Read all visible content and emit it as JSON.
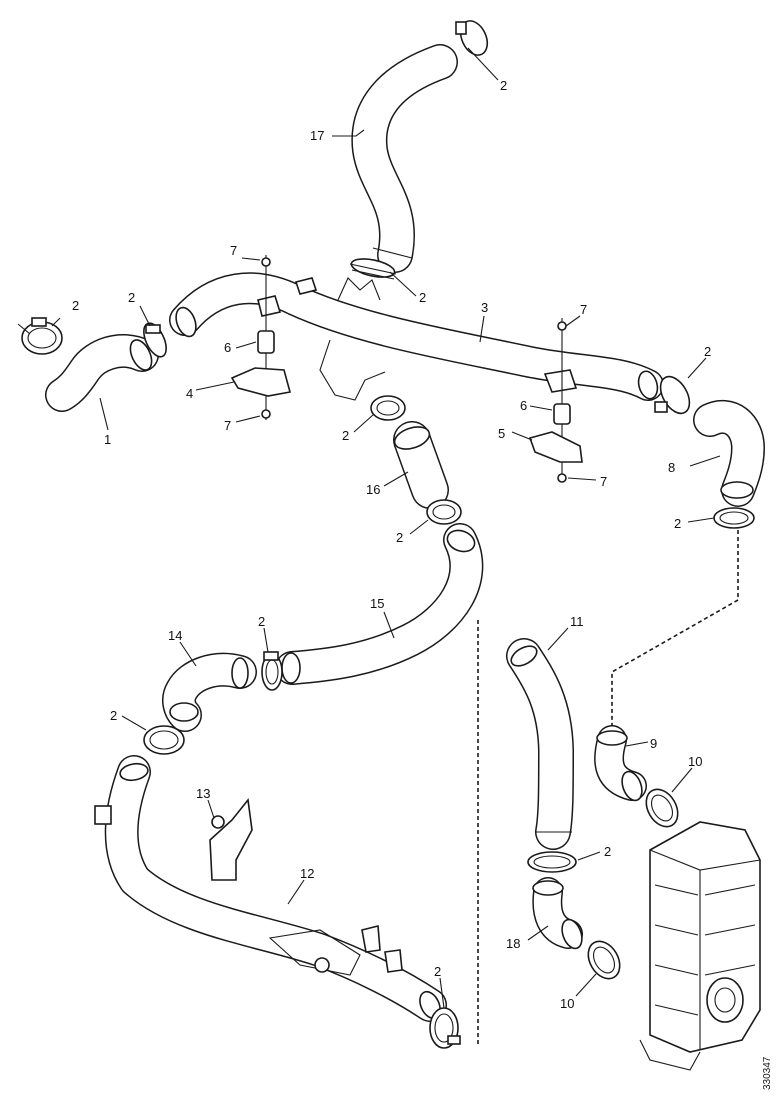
{
  "callouts": {
    "c1": "1",
    "c2a": "2",
    "c2b": "2",
    "c2c": "2",
    "c2d": "2",
    "c2e": "2",
    "c2f": "2",
    "c2g": "2",
    "c2h": "2",
    "c2i": "2",
    "c2j": "2",
    "c2k": "2",
    "c2l": "2",
    "c3": "3",
    "c4": "4",
    "c5": "5",
    "c6a": "6",
    "c6b": "6",
    "c7a": "7",
    "c7b": "7",
    "c7c": "7",
    "c7d": "7",
    "c8": "8",
    "c9": "9",
    "c10a": "10",
    "c10b": "10",
    "c11": "11",
    "c12": "12",
    "c13": "13",
    "c14": "14",
    "c15": "15",
    "c16": "16",
    "c17": "17",
    "c18": "18"
  },
  "drawing_number": "330347"
}
